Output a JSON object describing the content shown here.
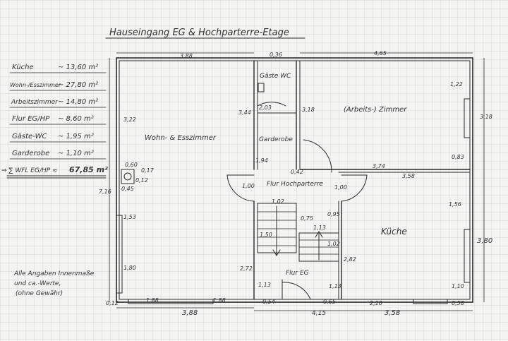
{
  "title": "Hauseingang EG & Hochparterre-Etage",
  "areas": [
    {
      "room": "Küche",
      "value": "~ 13,60 m²"
    },
    {
      "room": "Wohn-/Esszimmer",
      "value": "~ 27,80 m²"
    },
    {
      "room": "Arbeitszimmer",
      "value": "~ 14,80 m²"
    },
    {
      "room": "Flur EG/HP",
      "value": "~ 8,60 m²"
    },
    {
      "room": "Gäste-WC",
      "value": "~ 1,95 m²"
    },
    {
      "room": "Garderobe",
      "value": "~ 1,10 m²"
    }
  ],
  "total": {
    "prefix": "⇒ ∑ WFL EG/HP ≈",
    "value": "67,85 m²"
  },
  "note": [
    "Alle Angaben Innenmaße",
    "und ca.-Werte,",
    "(ohne Gewähr)"
  ],
  "rooms": {
    "wohn": "Wohn- & Esszimmer",
    "gaeste": "Gäste WC",
    "garderobe": "Garderobe",
    "arbeit": "(Arbeits-) Zimmer",
    "flur_hp": "Flur Hochparterre",
    "kueche": "Küche",
    "flur_eg": "Flur EG"
  },
  "dims": {
    "d388_top": "3,88",
    "d036": "0,36",
    "d465": "4,65",
    "d122": "1,22",
    "d318_right": "3,18",
    "d322": "3,22",
    "d344": "3,44",
    "d203": "2,03",
    "d318_mid": "3,18",
    "d083": "0,83",
    "d374": "3,74",
    "d358_mid": "3,58",
    "d194": "1,94",
    "d042": "0,42",
    "d060": "0,60",
    "d017": "0,17",
    "d012": "0,12",
    "d045": "0,45",
    "d716": "7,16",
    "d100_l": "1,00",
    "d100_r": "1,00",
    "d102": "1,02",
    "d075": "0,75",
    "d095": "0,95",
    "d113": "1,13",
    "d150": "1,50",
    "d153": "1,53",
    "d102b": "1,02",
    "d156": "1,56",
    "d380": "3,80",
    "d282": "2,82",
    "d272": "2,72",
    "d180": "1,80",
    "d113l": "1,13",
    "d113r": "1,13",
    "d110": "1,10",
    "d012b": "0,12",
    "d088a": "1,88",
    "d088b": "1,88",
    "d054": "0,54",
    "d065": "0,65",
    "d210": "2,10",
    "d058": "0,58",
    "d388_bot": "3,88",
    "d415": "4,15",
    "d358_bot": "3,58"
  }
}
